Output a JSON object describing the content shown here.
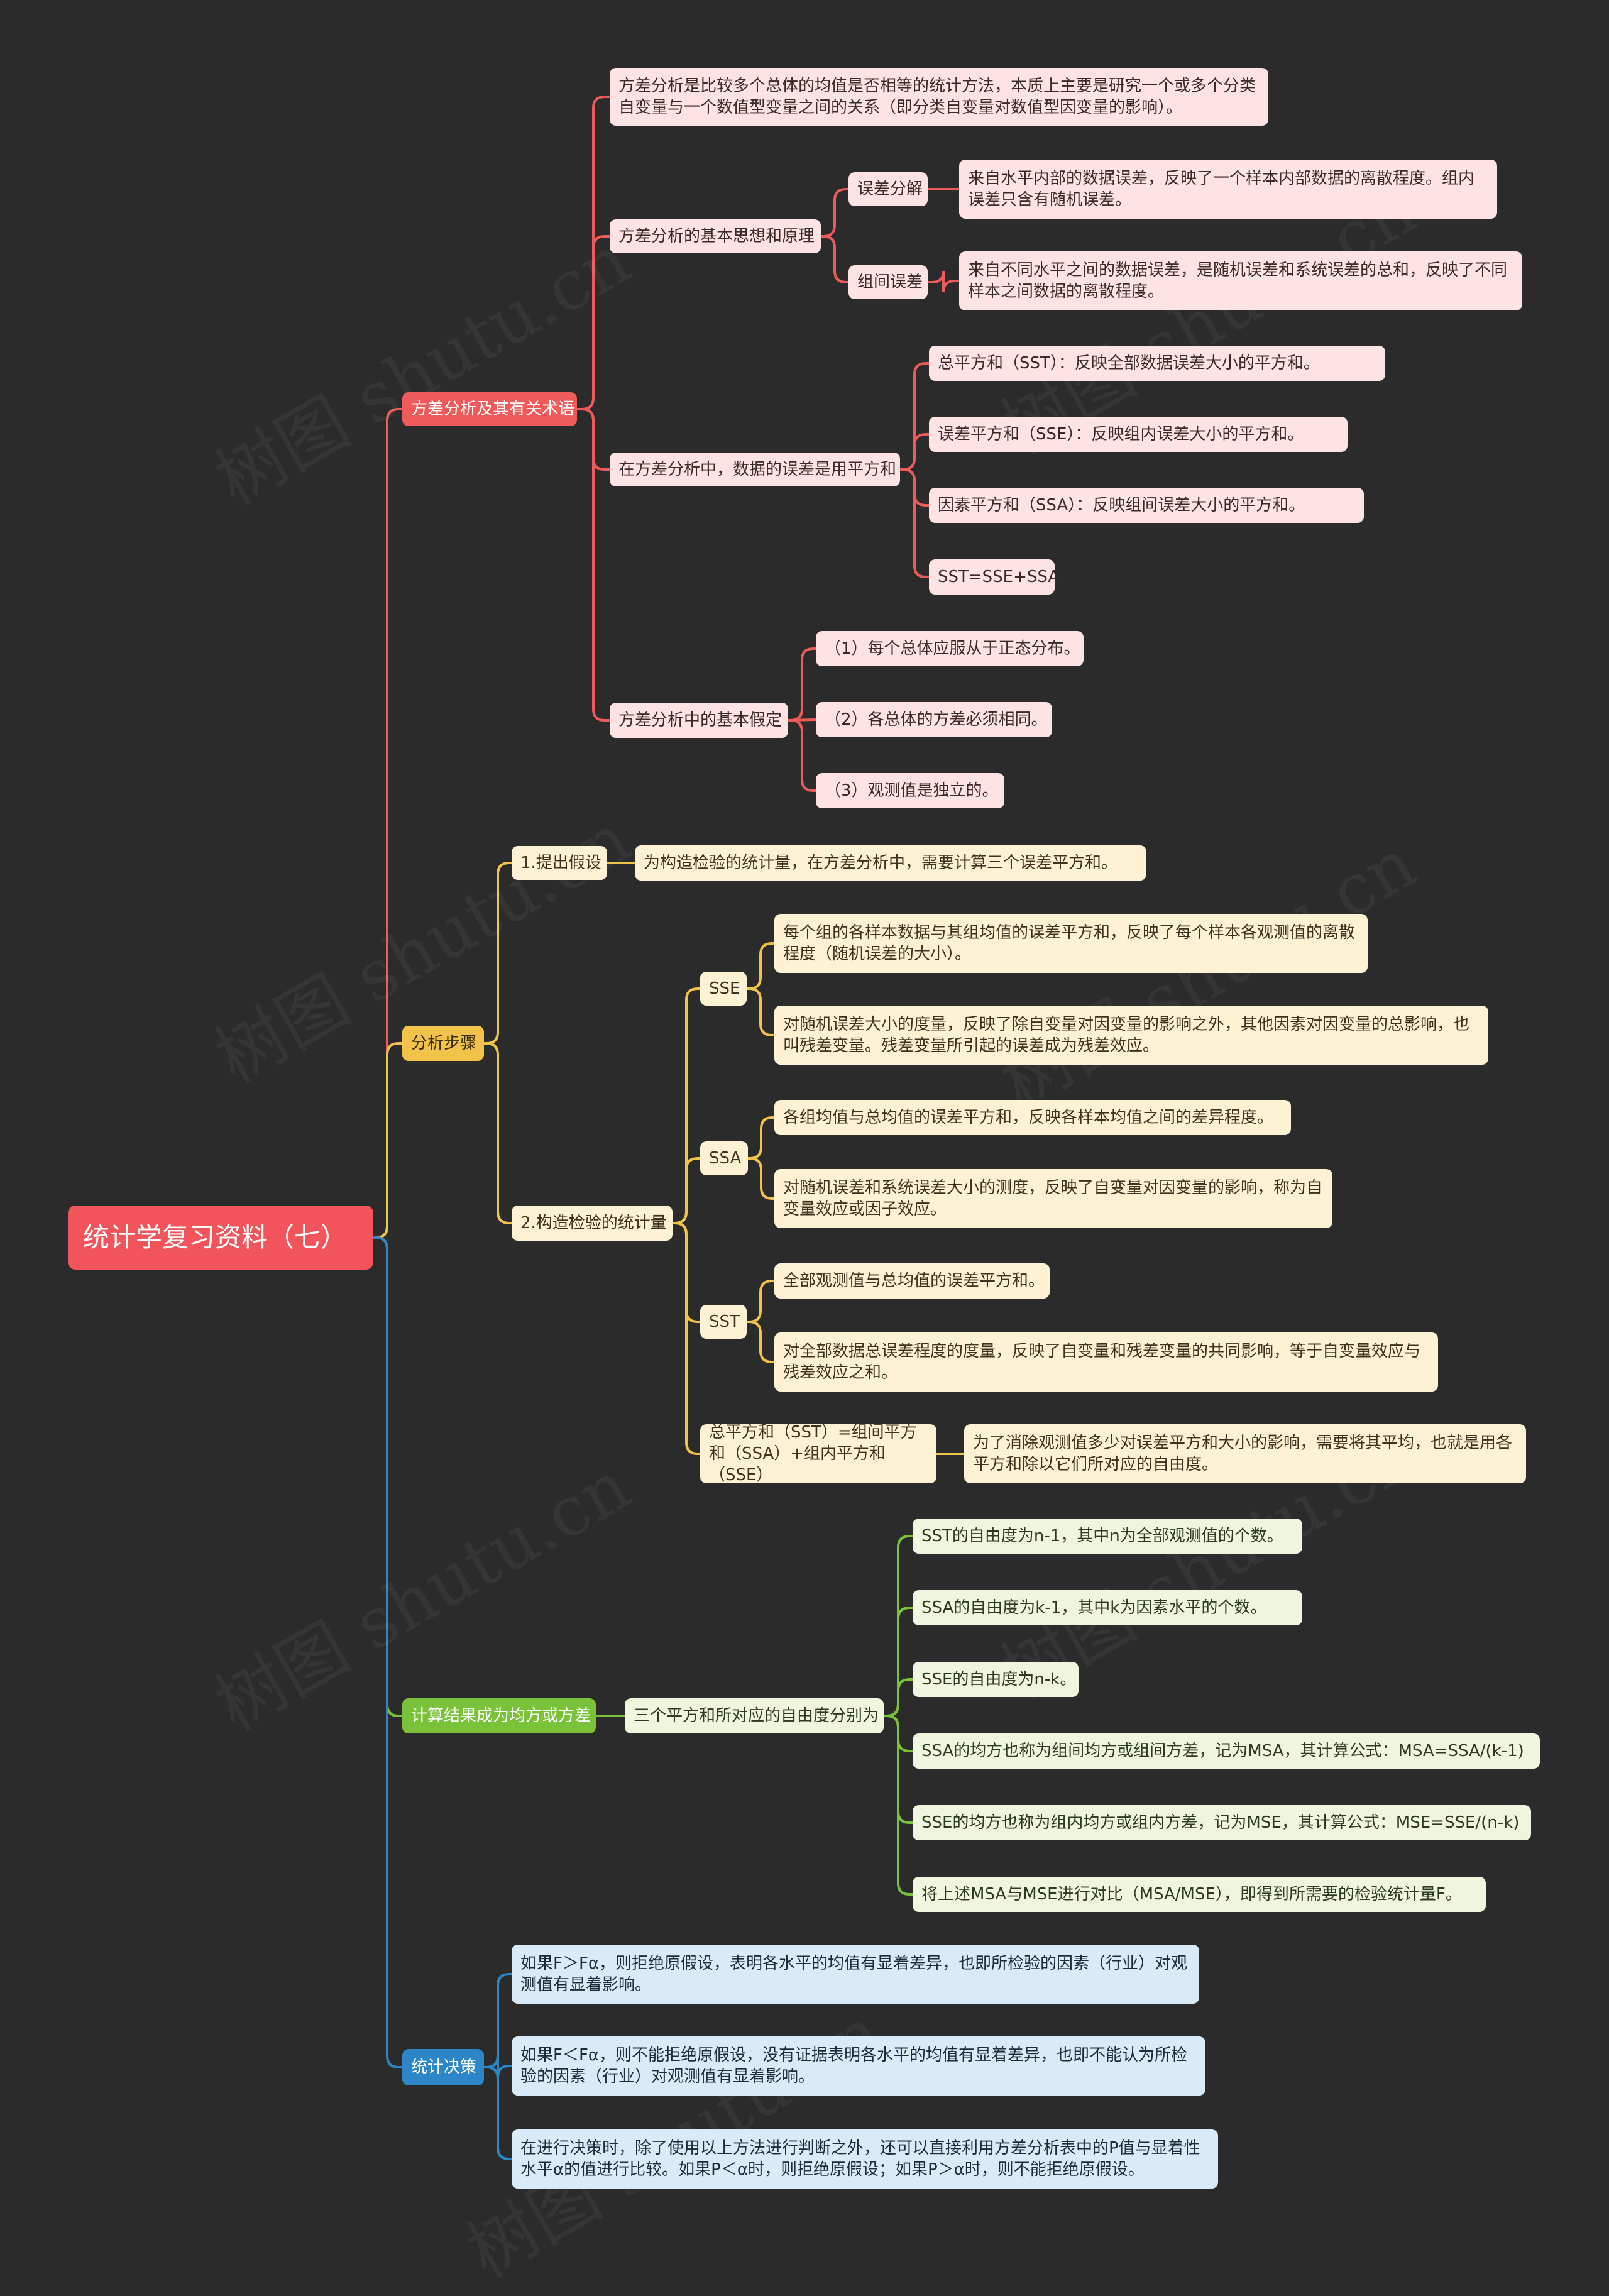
{
  "root": {
    "label": "统计学复习资料（七）"
  },
  "branches": {
    "b1": {
      "label": "方差分析及其有关术语",
      "intro": "方差分析是比较多个总体的均值是否相等的统计方法，本质上主要是研究一个或多个分类自变量与一个数值型变量之间的关系（即分类自变量对数值型因变量的影响）。",
      "idea": {
        "label": "方差分析的基本思想和原理",
        "error_decomp": {
          "label": "误差分解",
          "desc": "来自水平内部的数据误差，反映了一个样本内部数据的离散程度。组内误差只含有随机误差。"
        },
        "between_error": {
          "label": "组间误差",
          "desc": "来自不同水平之间的数据误差，是随机误差和系统误差的总和，反映了不同样本之间数据的离散程度。"
        }
      },
      "sums": {
        "label": "在方差分析中，数据的误差是用平方和",
        "items": [
          "总平方和（SST）：反映全部数据误差大小的平方和。",
          "误差平方和（SSE）：反映组内误差大小的平方和。",
          "因素平方和（SSA）：反映组间误差大小的平方和。",
          "SST=SSE+SSA"
        ]
      },
      "assumptions": {
        "label": "方差分析中的基本假定",
        "items": [
          "（1）每个总体应服从于正态分布。",
          "（2）各总体的方差必须相同。",
          "（3）观测值是独立的。"
        ]
      }
    },
    "b2": {
      "label": "分析步骤",
      "step1": {
        "label": "1.提出假设",
        "desc": "为构造检验的统计量，在方差分析中，需要计算三个误差平方和。"
      },
      "step2": {
        "label": "2.构造检验的统计量",
        "sse": {
          "label": "SSE",
          "items": [
            "每个组的各样本数据与其组均值的误差平方和，反映了每个样本各观测值的离散程度（随机误差的大小）。",
            "对随机误差大小的度量，反映了除自变量对因变量的影响之外，其他因素对因变量的总影响，也叫残差变量。残差变量所引起的误差成为残差效应。"
          ]
        },
        "ssa": {
          "label": "SSA",
          "items": [
            "各组均值与总均值的误差平方和，反映各样本均值之间的差异程度。",
            "对随机误差和系统误差大小的测度，反映了自变量对因变量的影响，称为自变量效应或因子效应。"
          ]
        },
        "sst": {
          "label": "SST",
          "items": [
            "全部观测值与总均值的误差平方和。",
            "对全部数据总误差程度的度量，反映了自变量和残差变量的共同影响，等于自变量效应与残差效应之和。"
          ]
        },
        "total": {
          "label": "总平方和（SST）=组间平方和（SSA）+组内平方和（SSE）",
          "desc": "为了消除观测值多少对误差平方和大小的影响，需要将其平均，也就是用各平方和除以它们所对应的自由度。"
        }
      }
    },
    "b3": {
      "label": "计算结果成为均方或方差",
      "child": {
        "label": "三个平方和所对应的自由度分别为",
        "items": [
          "SST的自由度为n-1，其中n为全部观测值的个数。",
          "SSA的自由度为k-1，其中k为因素水平的个数。",
          "SSE的自由度为n-k。",
          "SSA的均方也称为组间均方或组间方差，记为MSA，其计算公式：MSA=SSA/(k-1)",
          "SSE的均方也称为组内均方或组内方差，记为MSE，其计算公式：MSE=SSE/(n-k)",
          "将上述MSA与MSE进行对比（MSA/MSE），即得到所需要的检验统计量F。"
        ]
      }
    },
    "b4": {
      "label": "统计决策",
      "items": [
        "如果F＞Fα，则拒绝原假设，表明各水平的均值有显着差异，也即所检验的因素（行业）对观测值有显着影响。",
        "如果F＜Fα，则不能拒绝原假设，没有证据表明各水平的均值有显着差异，也即不能认为所检验的因素（行业）对观测值有显着影响。",
        "在进行决策时，除了使用以上方法进行判断之外，还可以直接利用方差分析表中的P值与显着性水平α的值进行比较。如果P＜α时，则拒绝原假设；如果P＞α时，则不能拒绝原假设。"
      ]
    }
  },
  "watermark": "树图 shutu.cn",
  "colors": {
    "background": "#2b2b2b",
    "root": "#f2545b",
    "red": "#ef5a5a",
    "yellow": "#f2c34a",
    "green": "#7bc23b",
    "blue": "#2d86c8"
  }
}
